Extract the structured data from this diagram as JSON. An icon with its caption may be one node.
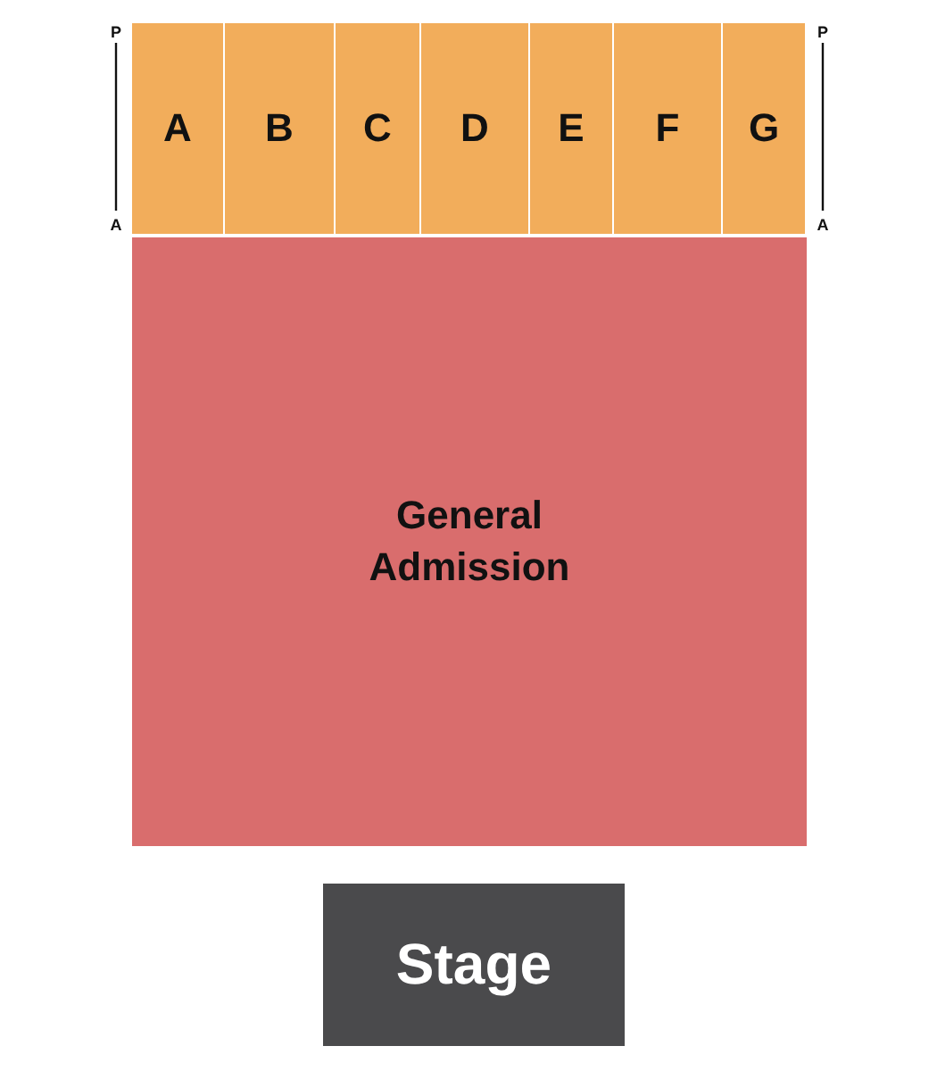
{
  "diagram": {
    "nodes": [
      {
        "text": [
          "A"
        ]
      },
      {
        "text": [
          "B"
        ]
      },
      {
        "text": [
          "C"
        ]
      },
      {
        "text": [
          "D"
        ]
      },
      {
        "text": [
          "E"
        ]
      },
      {
        "text": [
          "F"
        ]
      },
      {
        "text": [
          "G"
        ]
      },
      {
        "text": [
          "General Admission"
        ]
      },
      {
        "text": [
          "Stage"
        ]
      }
    ],
    "labels": [
      "P",
      "P",
      "A",
      "A"
    ]
  }
}
